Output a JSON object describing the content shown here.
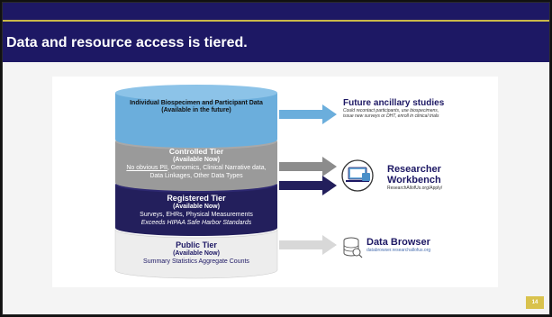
{
  "slide": {
    "title": "Data and resource access is tiered.",
    "page_number": "14"
  },
  "tiers": [
    {
      "name": "Individual Biospecimen and Participant Data",
      "status": "(Available in the future)",
      "color": "#6baedc"
    },
    {
      "name": "Controlled Tier",
      "status": "(Available Now)",
      "line1_underlined": "No obvious PII",
      "line1_rest": ", Genomics, Clinical Narrative data,",
      "line2": "Data Linkages, Other Data Types",
      "color": "#9a9a9a"
    },
    {
      "name": "Registered Tier",
      "status": "(Available Now)",
      "line1": "Surveys, EHRs, Physical Measurements",
      "line2": "Exceeds HIPAA Safe Harbor Standards",
      "color": "#231f5c"
    },
    {
      "name": "Public Tier",
      "status": "(Available Now)",
      "line1": "Summary Statistics Aggregate Counts",
      "color": "#ededed"
    }
  ],
  "destinations": {
    "future": {
      "title": "Future ancillary studies",
      "line1": "Could recontact participants, use biospecimens,",
      "line2": "issue new surveys or DHT, enroll in clinical trials"
    },
    "workbench": {
      "title_line1": "Researcher",
      "title_line2": "Workbench",
      "url": "ResearchAllofUs.org/Apply/"
    },
    "browser": {
      "title": "Data Browser",
      "url": "databrowser.researchallofus.org"
    }
  },
  "colors": {
    "header": "#1d1864",
    "accent": "#c9b84a",
    "arrow_blue": "#6baedc",
    "arrow_gray": "#8c8c8c",
    "arrow_navy": "#231f5c",
    "arrow_light": "#d8d8d8"
  },
  "icons": [
    "researcher-workbench-icon",
    "data-browser-icon"
  ]
}
